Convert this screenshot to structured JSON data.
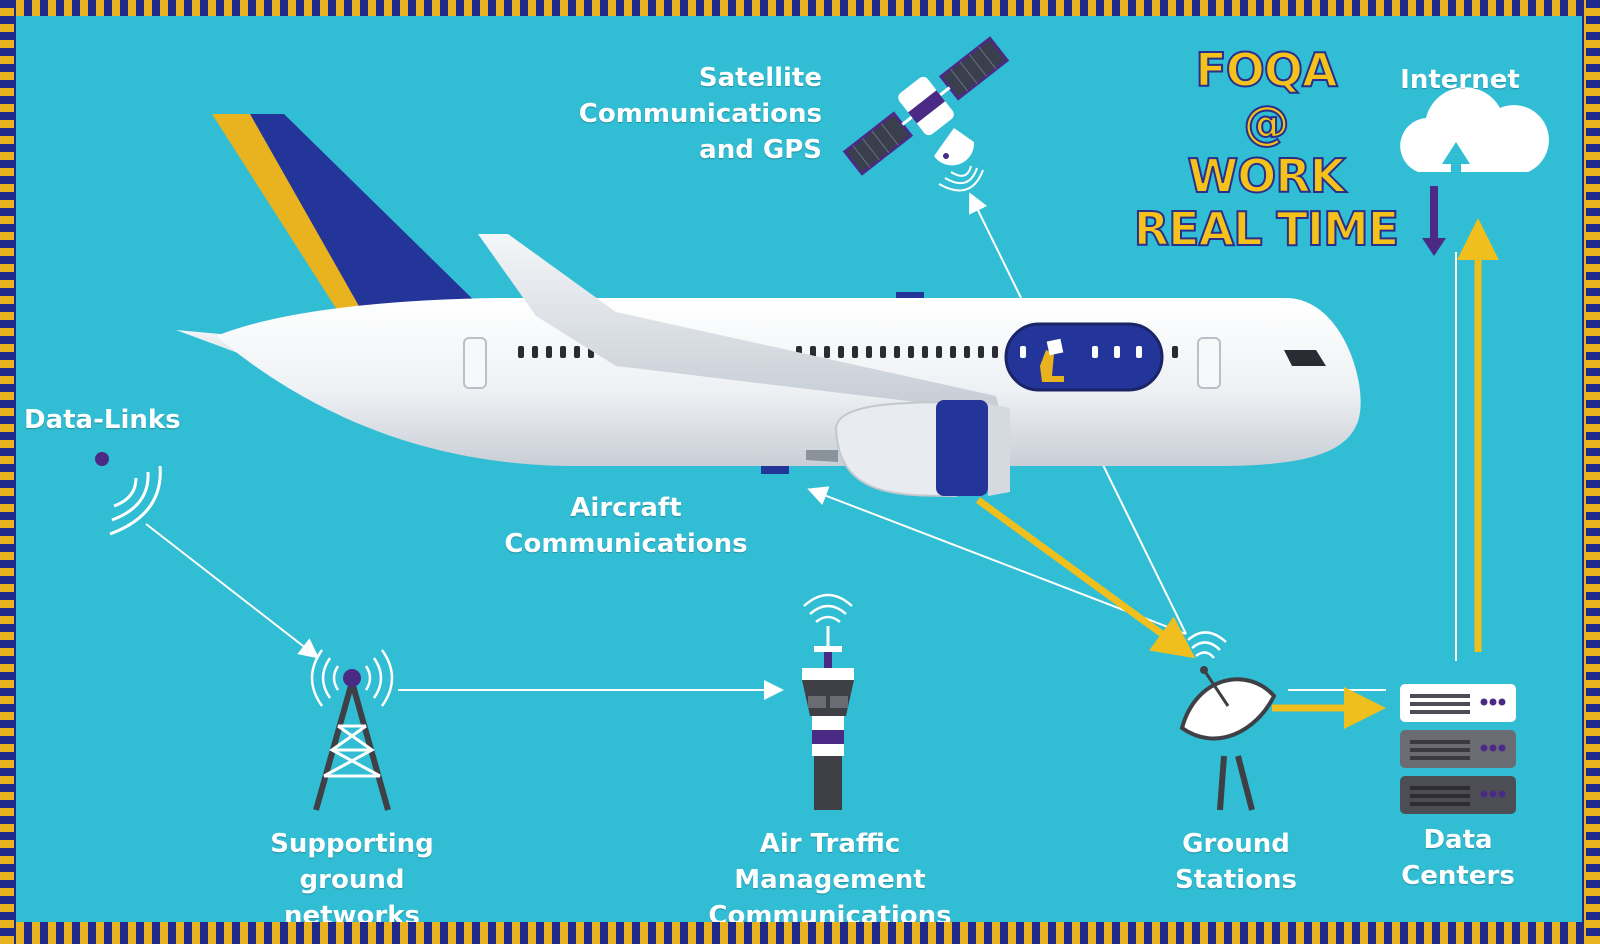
{
  "title": {
    "line1": "FOQA",
    "line2": "@",
    "line3": "WORK",
    "line4": "REAL TIME"
  },
  "labels": {
    "satellite_line1": "Satellite",
    "satellite_line2": "Communications",
    "satellite_line3": "and GPS",
    "internet": "Internet",
    "data_links": "Data-Links",
    "aircraft_communications": "Aircraft Communications",
    "ground_networks_line1": "Supporting ground",
    "ground_networks_line2": "networks",
    "atm_line1": "Air Traffic Management",
    "atm_line2": "Communications",
    "ground_stations": "Ground Stations",
    "data_centers": "Data Centers"
  },
  "colors": {
    "background": "#31bdd3",
    "border_gold": "#e9b21f",
    "border_blue": "#1f2a8a",
    "accent_yellow": "#f0bf1e",
    "accent_purple": "#4b2a86",
    "navy": "#1f3a9e",
    "white": "#ffffff"
  },
  "icons": [
    "satellite-icon",
    "cloud-icon",
    "airplane-icon",
    "signal-waves-icon",
    "radio-tower-icon",
    "control-tower-icon",
    "satellite-dish-icon",
    "server-rack-icon"
  ]
}
